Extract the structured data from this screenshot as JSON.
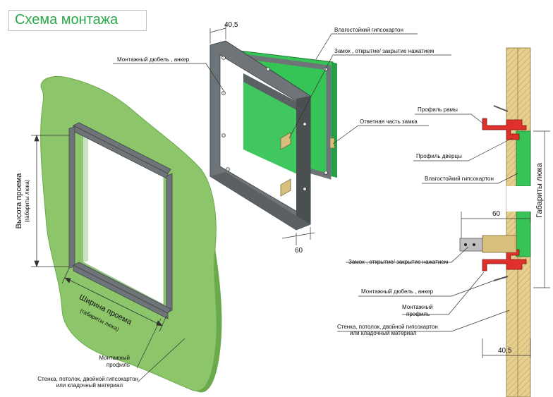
{
  "title": "Схема монтажа",
  "colors": {
    "wall_green": "#8dc66a",
    "gypsum_green": "#36c457",
    "frame_gray": "#6e7478",
    "frame_dark": "#4a4f52",
    "profile_red": "#e0302a",
    "wood_tan": "#d8bf7c",
    "title_green": "#2aa84a"
  },
  "labels": {
    "dim_40_5_top": "40,5",
    "dim_60_bottom": "60",
    "gypsum_moisture": "Влагостойкий гипсокартон",
    "lock_push": "Замок , открытие/ закрытие нажатием",
    "anchor_dowel": "Монтажный дюбель , анкер",
    "lock_counterpart": "Ответная часть замка",
    "frame_profile": "Профиль рамы",
    "door_profile": "Профиль дверцы",
    "gypsum_moisture_2": "Влагостойкий гипсокартон",
    "hatch_dims": "Габариты люка",
    "dim_60_right": "60",
    "lock_push_2": "Замок , открытие/ закрытие нажатием",
    "anchor_dowel_2": "Монтажный дюбель , анкер",
    "mount_profile_right_1": "Монтажный",
    "mount_profile_right_2": "профиль",
    "wall_right_1": "Стенка, потолок, двойной гипсокартон",
    "wall_right_2": "или кладочный материал",
    "dim_40_5_bottom": "40,5",
    "opening_height": "Высота проема",
    "opening_height_sub": "(габариты люка)",
    "opening_width": "Ширина проема",
    "opening_width_sub": "(габариты люка)",
    "mount_profile_left_1": "Монтажный",
    "mount_profile_left_2": "профиль",
    "wall_left_1": "Стенка, потолок, двойной гипсокартон",
    "wall_left_2": "или кладочный материал"
  }
}
